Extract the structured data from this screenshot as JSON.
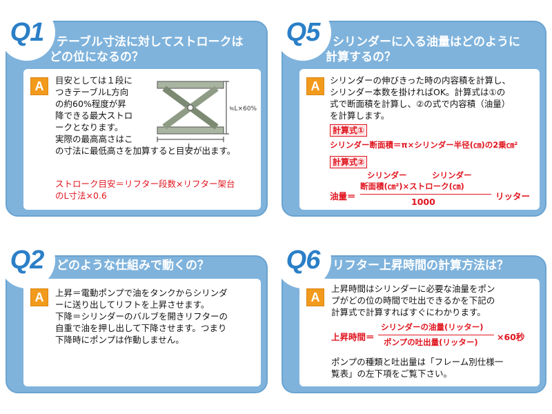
{
  "q1": {
    "badge": "Q1",
    "title_line1": "テーブル寸法に対してストロークは",
    "title_line2": "どの位になるの？",
    "answer_badge": "A",
    "text_lines": [
      "目安としては１段に",
      "つきテーブルL方向",
      "の約60%程度が昇",
      "降できる最大ストロ",
      "ークとなります。",
      "実際の最高高さはこ",
      "の寸法に最低高さを加算すると目安が出ます。"
    ],
    "diagram_label_height": "≒L×60%",
    "diagram_label_length": "L",
    "formula_line1": "ストローク目安＝リフター段数×リフター架台",
    "formula_line2": "のL寸法×0.6"
  },
  "q2": {
    "badge": "Q2",
    "title": "どのような仕組みで動くの？",
    "answer_badge": "A",
    "text_lines": [
      "上昇＝電動ポンプで油をタンクからシリンダ",
      "ーに送り出してリフトを上昇させます。",
      "下降＝シリンダーのバルブを開きリフターの",
      "自重で油を押し出して下降させます。つまり",
      "下降時にポンプは作動しません。"
    ]
  },
  "q5": {
    "badge": "Q5",
    "title_line1": "シリンダーに入る油量はどのように",
    "title_line2": "計算するの？",
    "answer_badge": "A",
    "text_lines": [
      "シリンダーの伸びきった時の内容積を計算し、",
      "シリンダー本数を掛ければOK。計算式は①の",
      "式で断面積を計算し、②の式で内容積（油量）",
      "を計算します。"
    ],
    "formula1_label": "計算式①",
    "formula1": "シリンダー断面積＝π×シリンダー半径(㎝)の2乗㎝²",
    "formula2_label": "計算式②",
    "formula2_lhs": "油量＝",
    "formula2_num_top1": "シリンダー",
    "formula2_num_top2": "シリンダー",
    "formula2_num": "断面積(㎝²)×ストローク(㎝)",
    "formula2_den": "1000",
    "formula2_unit": "リッター"
  },
  "q6": {
    "badge": "Q6",
    "title": "リフター上昇時間の計算方法は？",
    "answer_badge": "A",
    "text_lines": [
      "上昇時間はシリンダーに必要な油量をポン",
      "プがどの位の時間で吐出できるかを下記の",
      "計算式で計算すればすぐにわかります。"
    ],
    "formula_lhs": "上昇時間＝",
    "formula_num": "シリンダーの油量(リッター)",
    "formula_den": "ポンプの吐出量(リッター)",
    "formula_rhs": "×60秒",
    "note_line1": "ポンプの種類と吐出量は「フレーム別仕様一",
    "note_line2": "覧表」の左下項をご覧下さい。"
  }
}
